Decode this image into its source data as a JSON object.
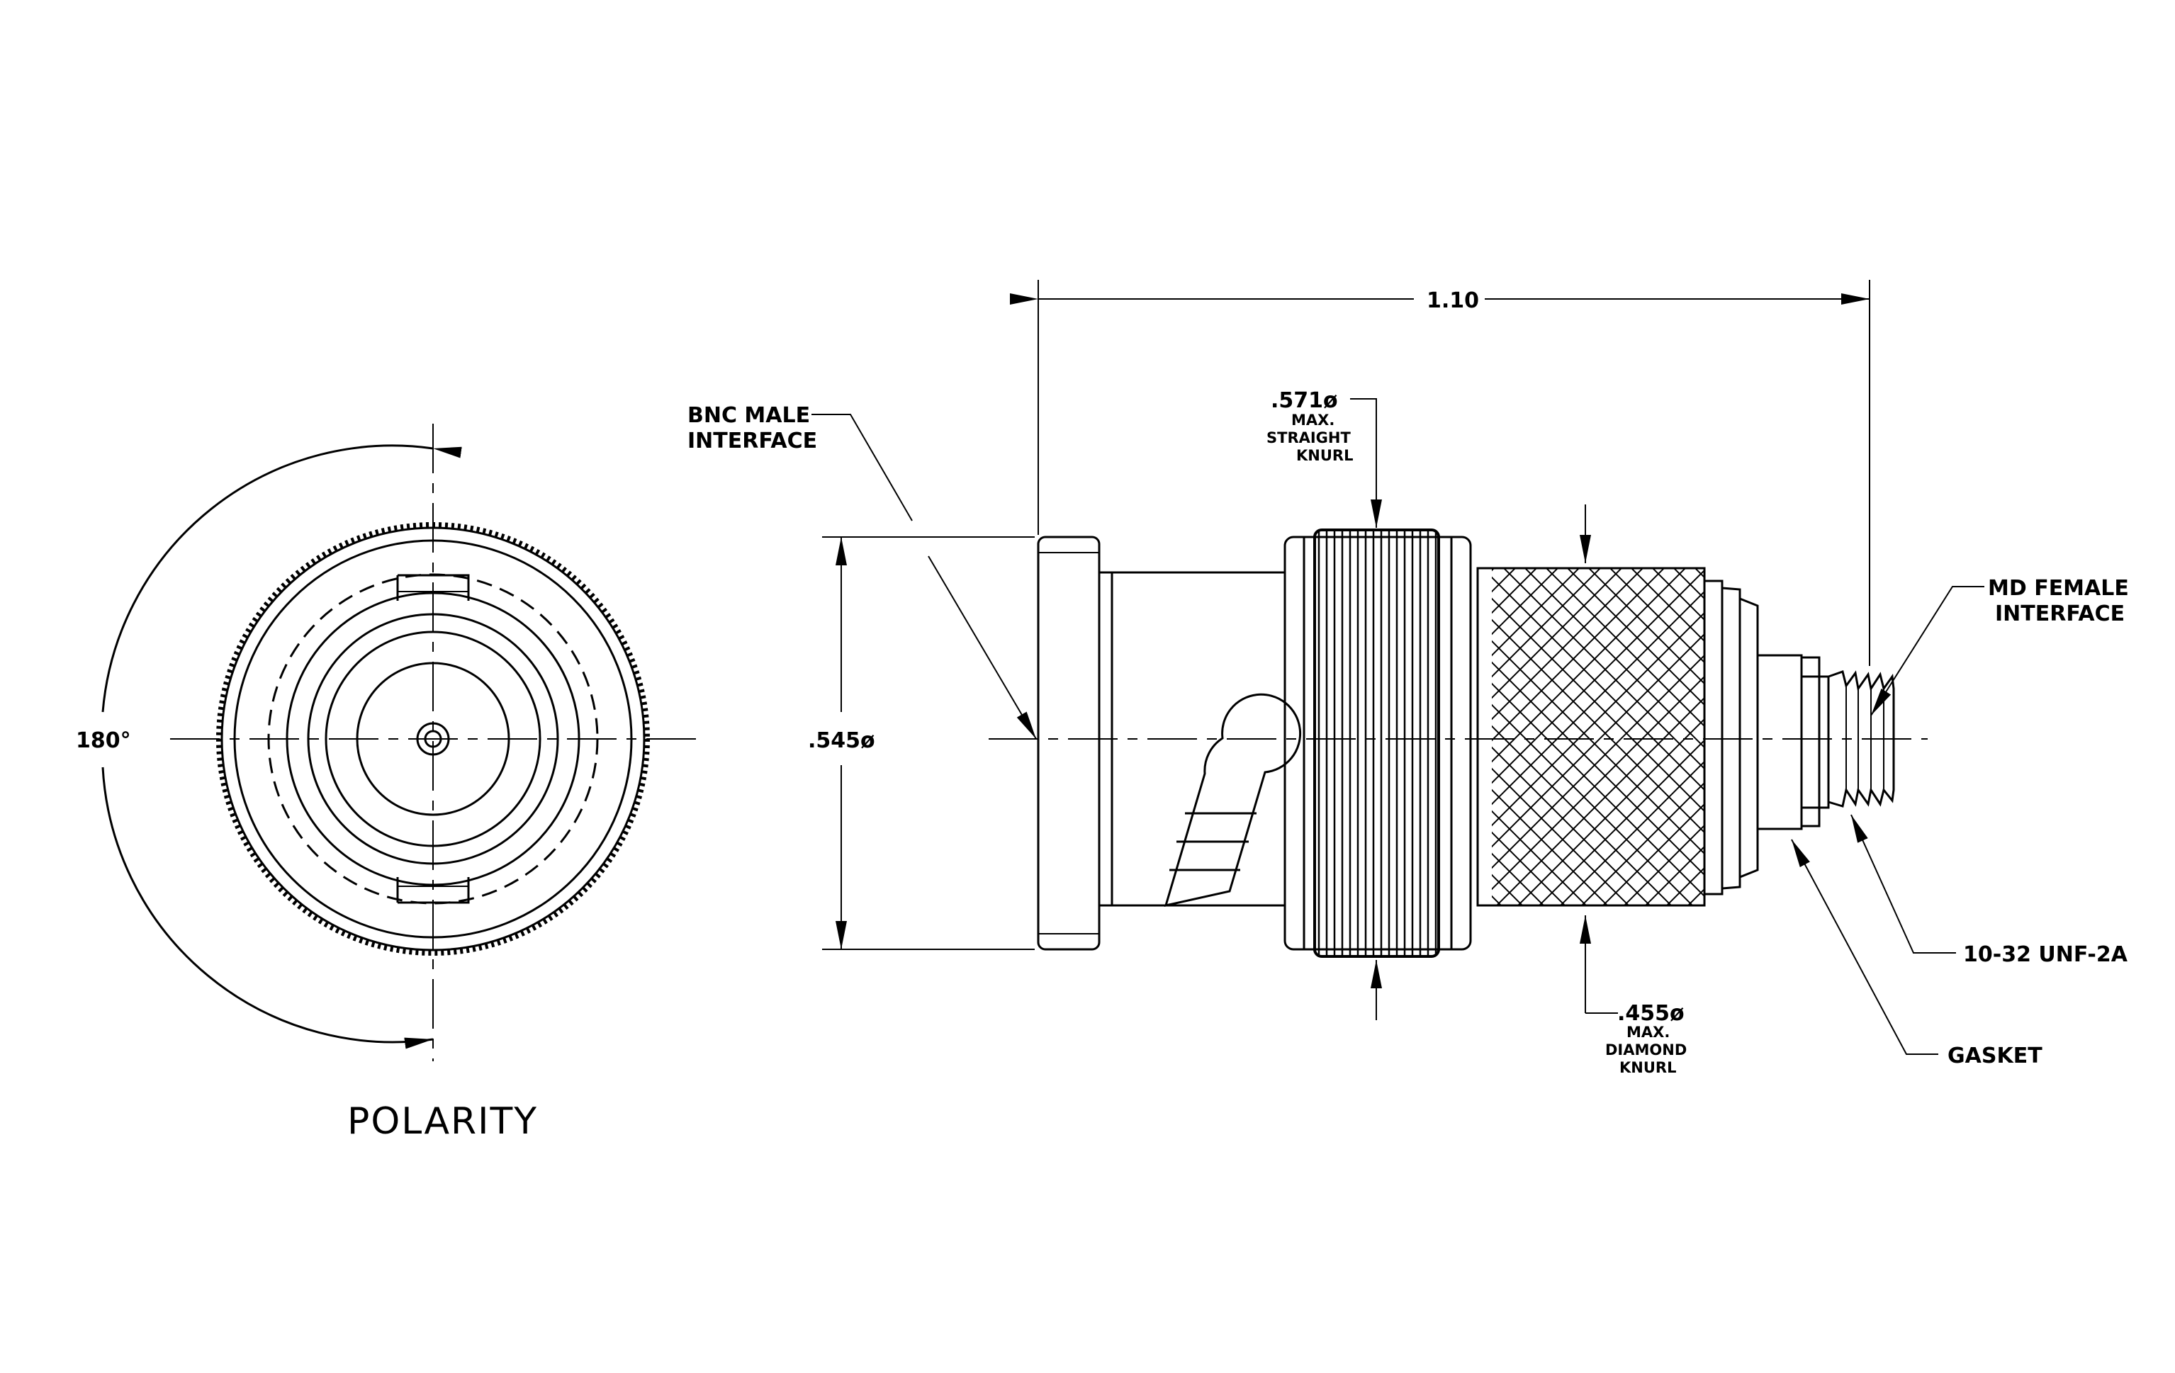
{
  "labels": {
    "overall_length": "1.10",
    "bnc_line1": "BNC MALE",
    "bnc_line2": "INTERFACE",
    "straight_dia": ".571ø",
    "straight_l1": "MAX.",
    "straight_l2": "STRAIGHT",
    "straight_l3": "KNURL",
    "body_dia": ".545ø",
    "diamond_dia": ".455ø",
    "diamond_l1": "MAX.",
    "diamond_l2": "DIAMOND",
    "diamond_l3": "KNURL",
    "md_line1": "MD FEMALE",
    "md_line2": "INTERFACE",
    "thread": "10-32 UNF-2A",
    "gasket": "GASKET",
    "angle": "180°",
    "polarity": "POLARITY"
  }
}
